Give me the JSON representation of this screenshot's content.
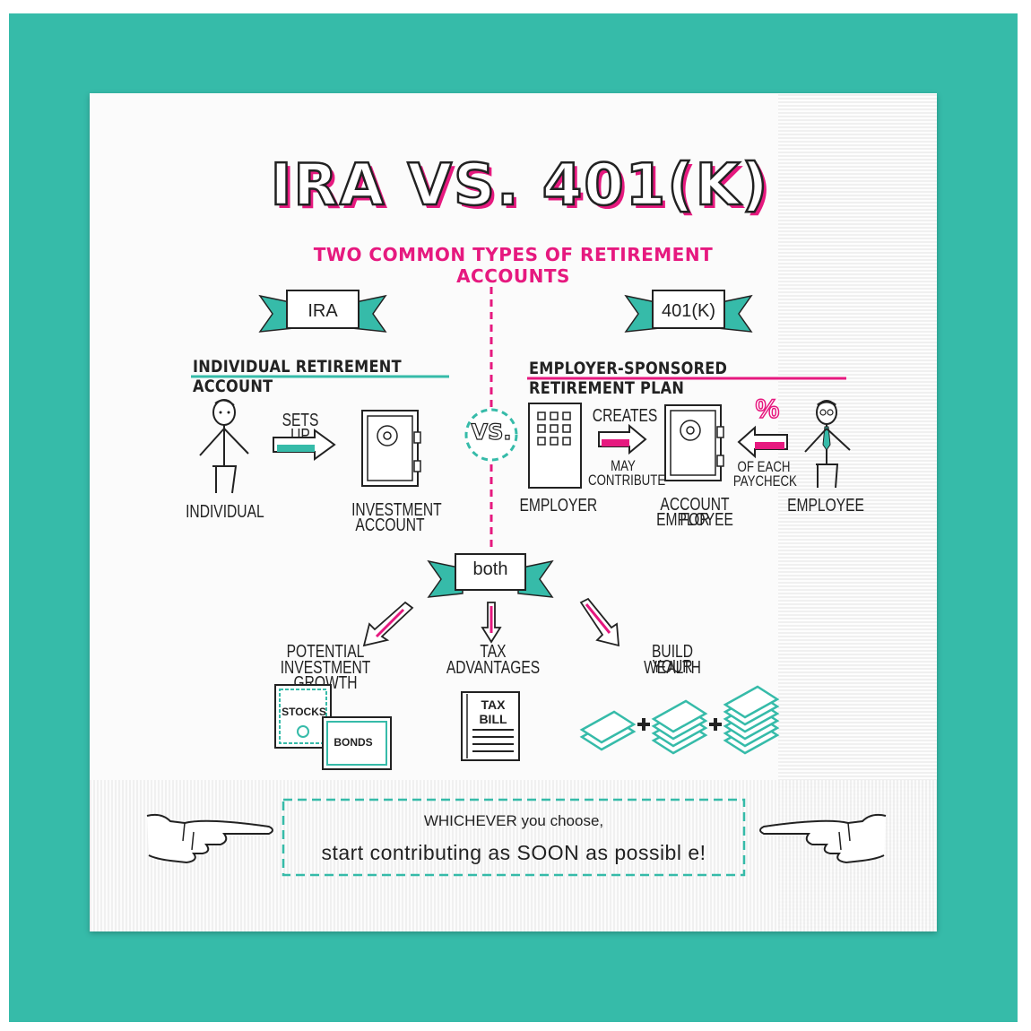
{
  "title": "IRA VS. 401(K)",
  "subtitle": "TWO COMMON TYPES OF RETIREMENT ACCOUNTS",
  "vs_label": "VS.",
  "left": {
    "banner": "IRA",
    "heading": "INDIVIDUAL RETIREMENT ACCOUNT",
    "person_label": "INDIVIDUAL",
    "arrow_label": "SETS UP",
    "account_label_line1": "INVESTMENT",
    "account_label_line2": "ACCOUNT"
  },
  "right": {
    "banner": "401(K)",
    "heading": "EMPLOYER-SPONSORED RETIREMENT PLAN",
    "employer_label": "EMPLOYER",
    "creates_label": "CREATES",
    "may_contribute_line1": "MAY",
    "may_contribute_line2": "CONTRIBUTE",
    "account_label_line1": "ACCOUNT FOR",
    "account_label_line2": "EMPLOYEE",
    "percent_symbol": "%",
    "paycheck_line1": "OF EACH",
    "paycheck_line2": "PAYCHECK",
    "employee_label": "EMPLOYEE"
  },
  "both": {
    "banner": "both",
    "items": [
      {
        "line1": "POTENTIAL",
        "line2": "INVESTMENT GROWTH",
        "icon": "stocks-bonds-icon",
        "sub1": "STOCKS",
        "sub2": "BONDS"
      },
      {
        "line1": "TAX",
        "line2": "ADVANTAGES",
        "icon": "tax-bill-icon",
        "sub1": "TAX",
        "sub2": "BILL"
      },
      {
        "line1": "BUILD YOUR",
        "line2": "WEALTH",
        "icon": "money-stacks-icon"
      }
    ]
  },
  "cta": {
    "line1": "WHICHEVER you choose,",
    "line2": "start contributing as SOON as possibl e!"
  },
  "colors": {
    "teal": "#36bba9",
    "pink": "#e6197f",
    "ink": "#222222"
  }
}
